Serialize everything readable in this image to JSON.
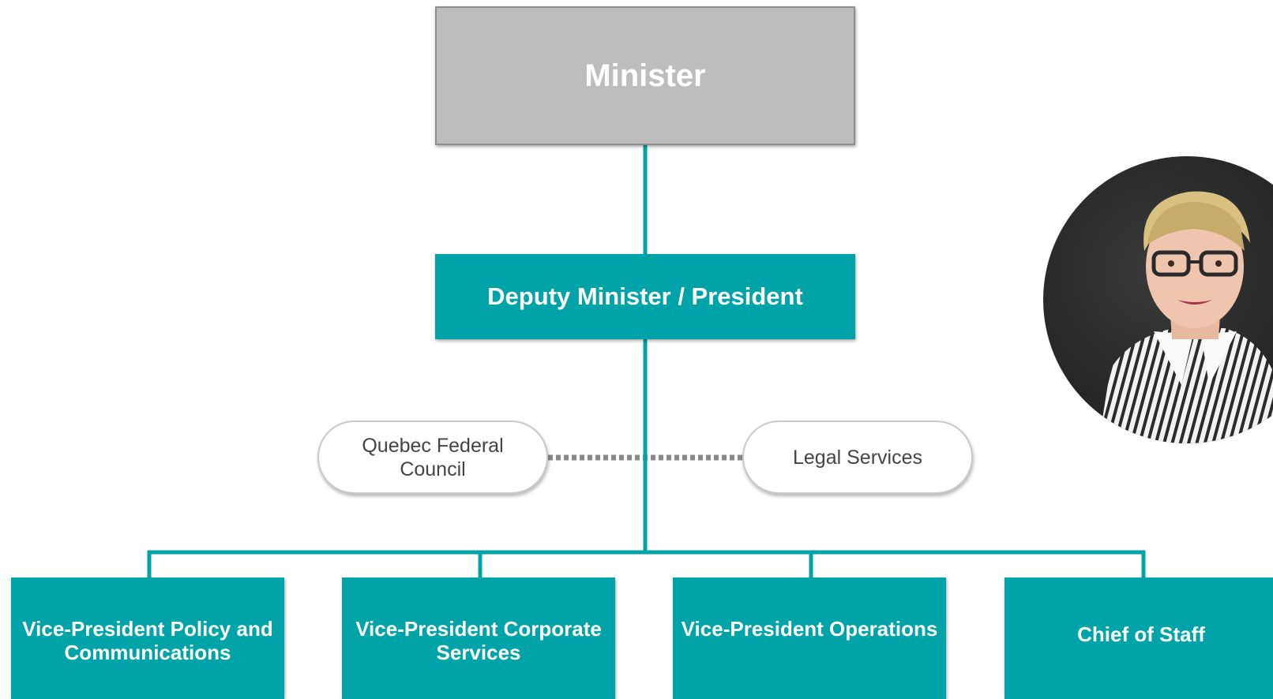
{
  "minister": {
    "label": "Minister"
  },
  "deputy": {
    "label": "Deputy Minister / President"
  },
  "advisory": {
    "quebec": "Quebec Federal Council",
    "legal": "Legal Services"
  },
  "vice_presidents": [
    {
      "label": "Vice-President Policy and Communications"
    },
    {
      "label": "Vice-President Corporate Services"
    },
    {
      "label": "Vice-President Operations"
    },
    {
      "label": "Chief of Staff"
    }
  ],
  "colors": {
    "teal": "#00a4a8",
    "grey_box": "#bdbdbd",
    "dotted_line": "#8a8a8a"
  }
}
